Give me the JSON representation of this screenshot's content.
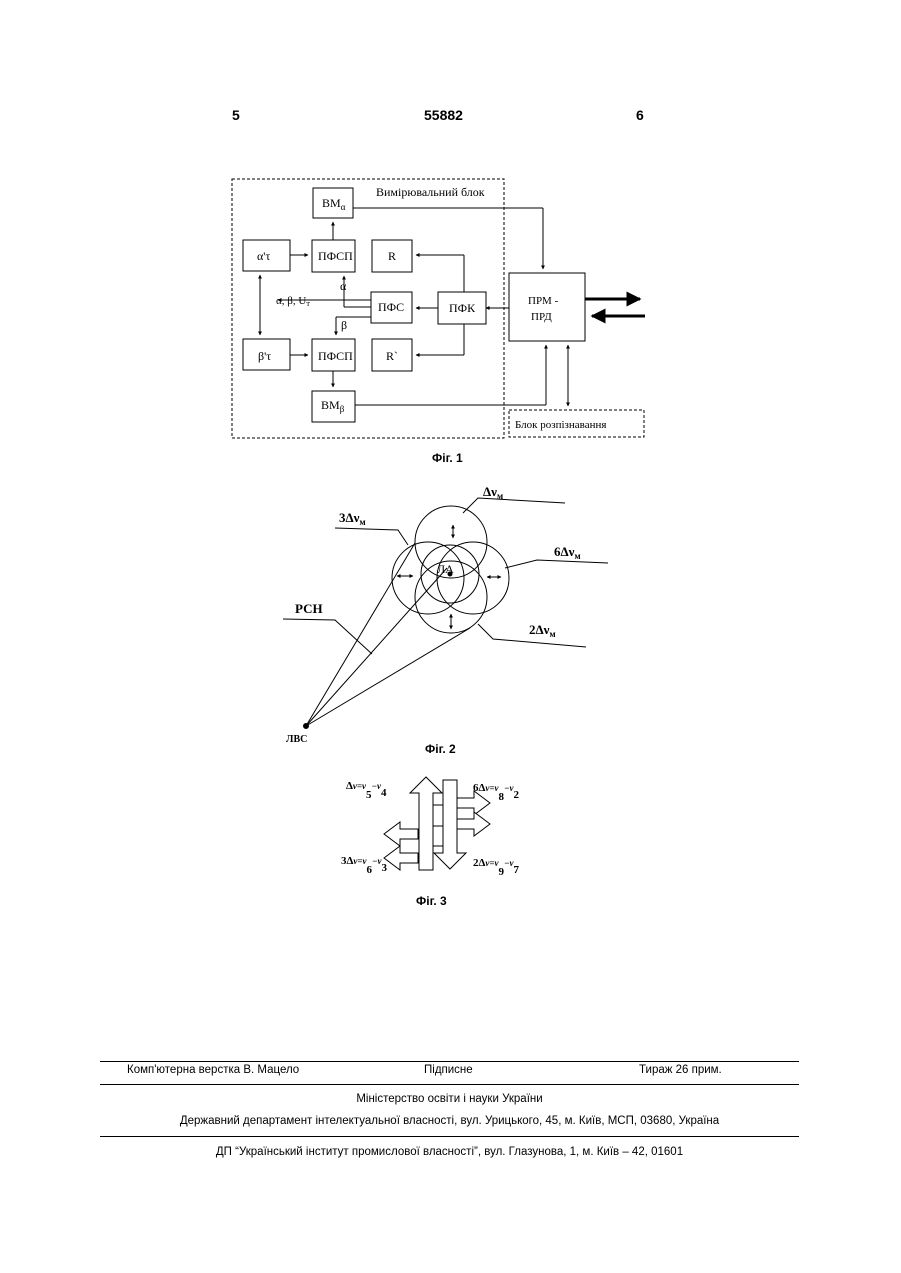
{
  "header": {
    "page_left": "5",
    "patent_number": "55882",
    "page_right": "6"
  },
  "fig1": {
    "measuring_block_label": "Вимірювальний блок",
    "bm_alpha": {
      "base": "ВМ",
      "sub": "α"
    },
    "bm_beta": {
      "base": "ВМ",
      "sub": "β"
    },
    "alpha_tau": "α'τ",
    "beta_tau": "β'τ",
    "pfsp_top": "ПФСП",
    "pfsp_bottom": "ПФСП",
    "r_top": "R",
    "r_bottom": "R`",
    "params": {
      "text": "α, β, U",
      "sub": "т"
    },
    "pfs": "ПФС",
    "pfk": "ПФК",
    "alpha_label": "α",
    "beta_label": "β",
    "prm_line1": "ПРМ -",
    "prm_line2": "ПРД",
    "recognition_block": "Блок розпізнавання",
    "caption": "Фіг. 1"
  },
  "fig2": {
    "top_label": {
      "text": "Δν",
      "sub": "м"
    },
    "left_label": {
      "text": "3Δν",
      "sub": "м"
    },
    "right_label": {
      "text": "6Δν",
      "sub": "м"
    },
    "bottom_label": {
      "text": "2Δν",
      "sub": "м"
    },
    "rsn_label": "РСН",
    "la_label": "ЛА",
    "lvs_label": "ЛВС",
    "caption": "Фіг. 2"
  },
  "fig3": {
    "tl": {
      "pre": "Δ",
      "formula": "ν=ν",
      "a": "5",
      "mid": "−ν",
      "b": "4"
    },
    "tr": {
      "pre": "6Δ",
      "formula": "ν=ν",
      "a": "8",
      "mid": "−ν",
      "b": "2"
    },
    "bl": {
      "pre": "3Δ",
      "formula": "ν=ν",
      "a": "6",
      "mid": "−ν",
      "b": "3"
    },
    "br": {
      "pre": "2Δ",
      "formula": "ν=ν",
      "a": "9",
      "mid": "−ν",
      "b": "7"
    },
    "caption": "Фіг. 3"
  },
  "footer": {
    "layout_by": "Комп'ютерна верстка В. Мацело",
    "signed": "Підписне",
    "circulation": "Тираж 26 прим.",
    "ministry": "Міністерство освіти і науки України",
    "department": "Державний департамент інтелектуальної власності, вул. Урицького, 45, м. Київ, МСП, 03680, Україна",
    "institute": "ДП “Український інститут промислової власності”, вул. Глазунова, 1, м. Київ – 42, 01601"
  }
}
